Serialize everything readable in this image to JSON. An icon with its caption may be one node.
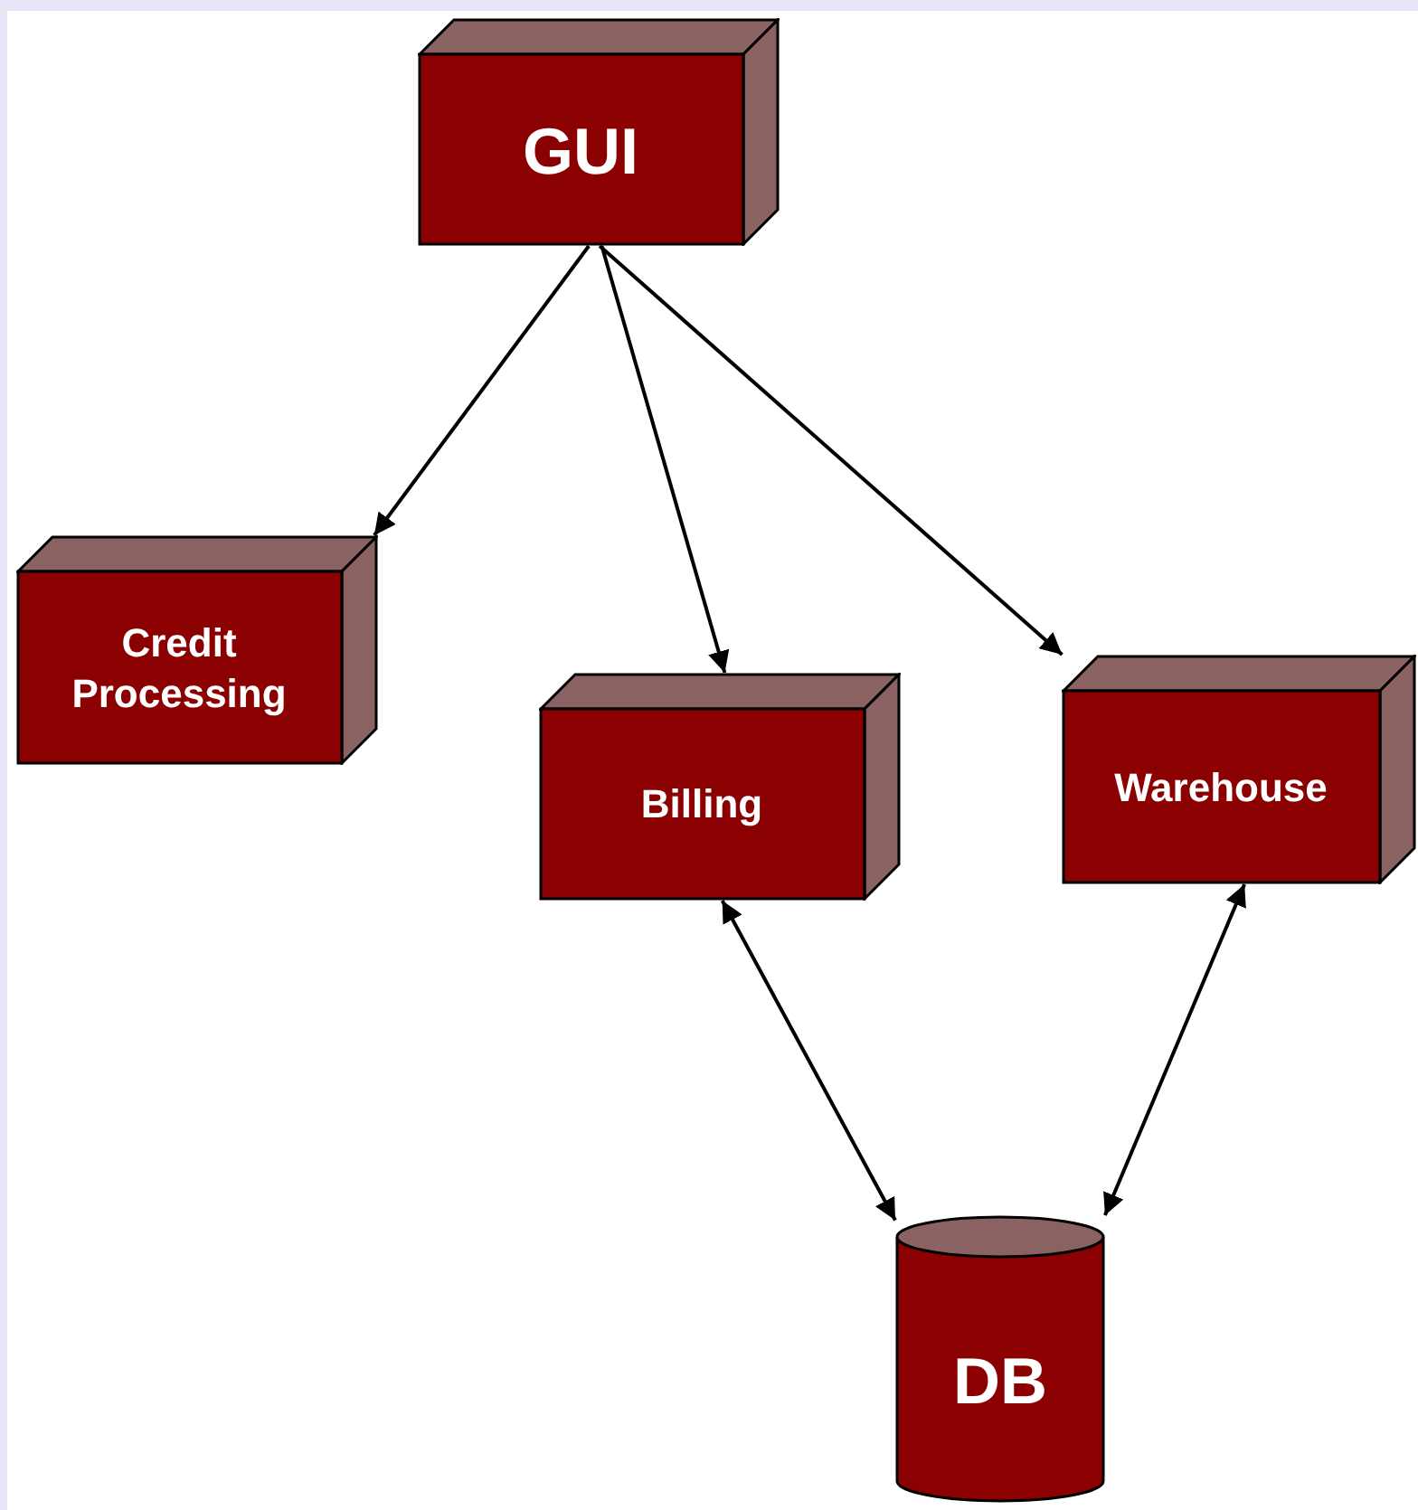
{
  "diagram": {
    "nodes": [
      {
        "text": [
          "GUI"
        ]
      },
      {
        "text": [
          "Credit Processing"
        ]
      },
      {
        "text": [
          "Billing"
        ]
      },
      {
        "text": [
          "Warehouse"
        ]
      },
      {
        "text": [
          "DB"
        ]
      }
    ],
    "edges": [
      {
        "from": 0,
        "to": 1,
        "arrow": "to"
      },
      {
        "from": 0,
        "to": 2,
        "arrow": "to"
      },
      {
        "from": 0,
        "to": 3,
        "arrow": "to"
      },
      {
        "from": 2,
        "to": 4,
        "arrow": "both"
      },
      {
        "from": 3,
        "to": 4,
        "arrow": "both"
      }
    ]
  }
}
